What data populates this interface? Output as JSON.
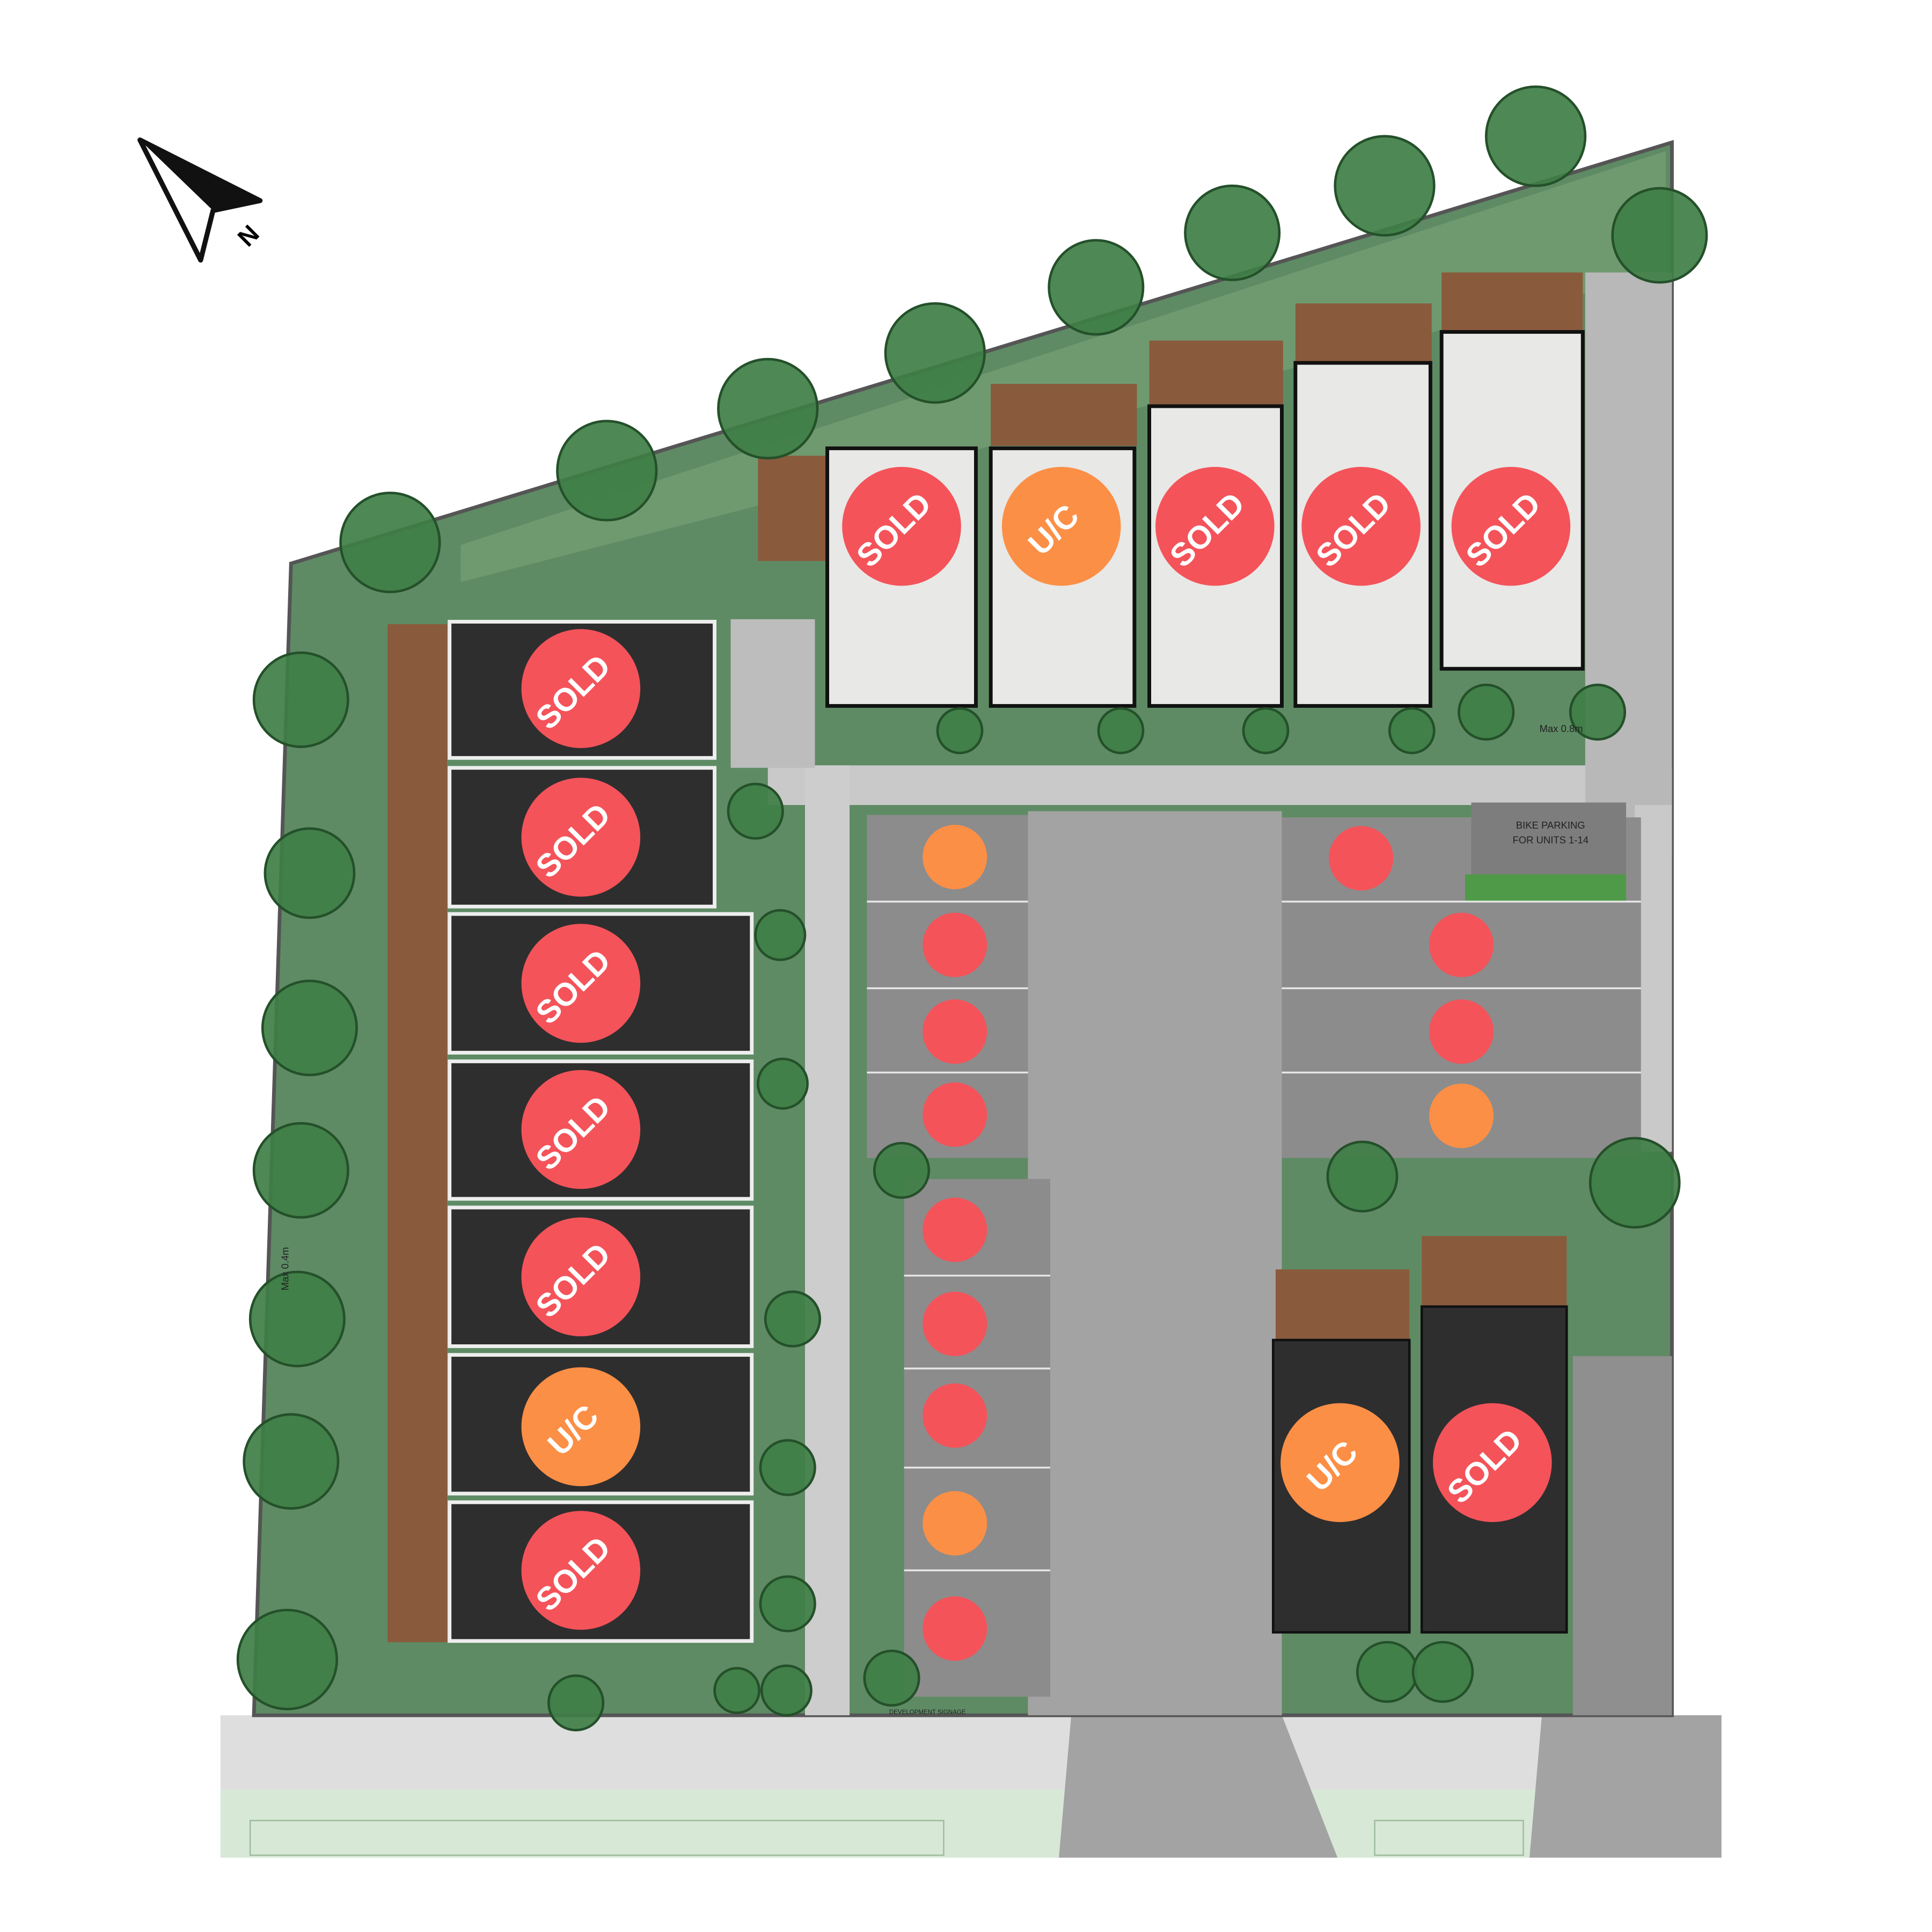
{
  "colors": {
    "sold": "#F4535A",
    "under_construction": "#FC8F46",
    "light_building": "#E8E8E6",
    "dark_building": "#2E2E2E",
    "deck": "#8A5A3C",
    "lawn": "#5E8B64",
    "asphalt": "#A3A3A3",
    "parking": "#8C8C8C"
  },
  "compass": {
    "label": "N"
  },
  "units_top": [
    {
      "label": "SOLD"
    },
    {
      "label": "U/C"
    },
    {
      "label": "SOLD"
    },
    {
      "label": "SOLD"
    },
    {
      "label": "SOLD"
    }
  ],
  "units_left": [
    {
      "label": "SOLD"
    },
    {
      "label": "SOLD"
    },
    {
      "label": "SOLD"
    },
    {
      "label": "SOLD"
    },
    {
      "label": "SOLD"
    },
    {
      "label": "U/C"
    },
    {
      "label": "SOLD"
    }
  ],
  "units_right": [
    {
      "label": "U/C"
    },
    {
      "label": "SOLD"
    }
  ],
  "parking_left": [
    {
      "color": "#FC8F46"
    },
    {
      "color": "#F4535A"
    },
    {
      "color": "#F4535A"
    },
    {
      "color": "#F4535A"
    },
    {
      "color": "#F4535A"
    },
    {
      "color": "#F4535A"
    },
    {
      "color": "#F4535A"
    },
    {
      "color": "#FC8F46"
    },
    {
      "color": "#F4535A"
    }
  ],
  "parking_right": [
    {
      "color": "#F4535A"
    },
    {
      "color": "#F4535A"
    },
    {
      "color": "#F4535A"
    },
    {
      "color": "#FC8F46"
    }
  ],
  "labels": {
    "bike_parking_line1": "BIKE PARKING",
    "bike_parking_line2": "FOR UNITS 1-14",
    "max_fence_top": "Max 0.8m",
    "max_fence_left": "Max 0.4m",
    "signage": "DEVELOPMENT SIGNAGE"
  }
}
